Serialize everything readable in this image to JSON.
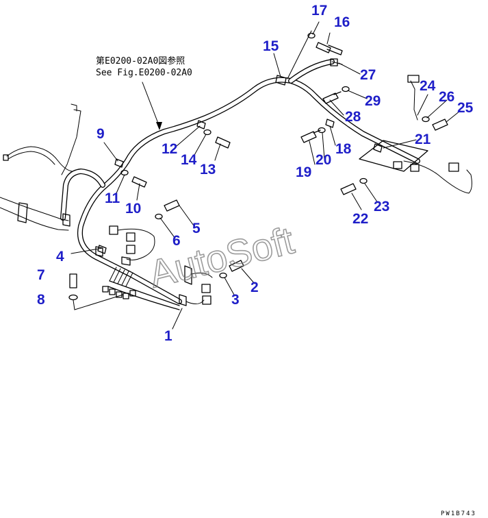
{
  "reference": {
    "line1": "第E0200-02A0図参照",
    "line2": "See Fig.E0200-02A0"
  },
  "watermark": "AutoSoft",
  "drawing_code": "PW1B743",
  "part_numbers": [
    "1",
    "2",
    "3",
    "4",
    "5",
    "6",
    "7",
    "8",
    "9",
    "10",
    "11",
    "12",
    "13",
    "14",
    "15",
    "16",
    "17",
    "18",
    "19",
    "20",
    "21",
    "22",
    "23",
    "24",
    "25",
    "26",
    "27",
    "28",
    "29"
  ],
  "colors": {
    "part_number": "#1e1ec8",
    "line": "#000000",
    "watermark": "#7a7a7a"
  }
}
